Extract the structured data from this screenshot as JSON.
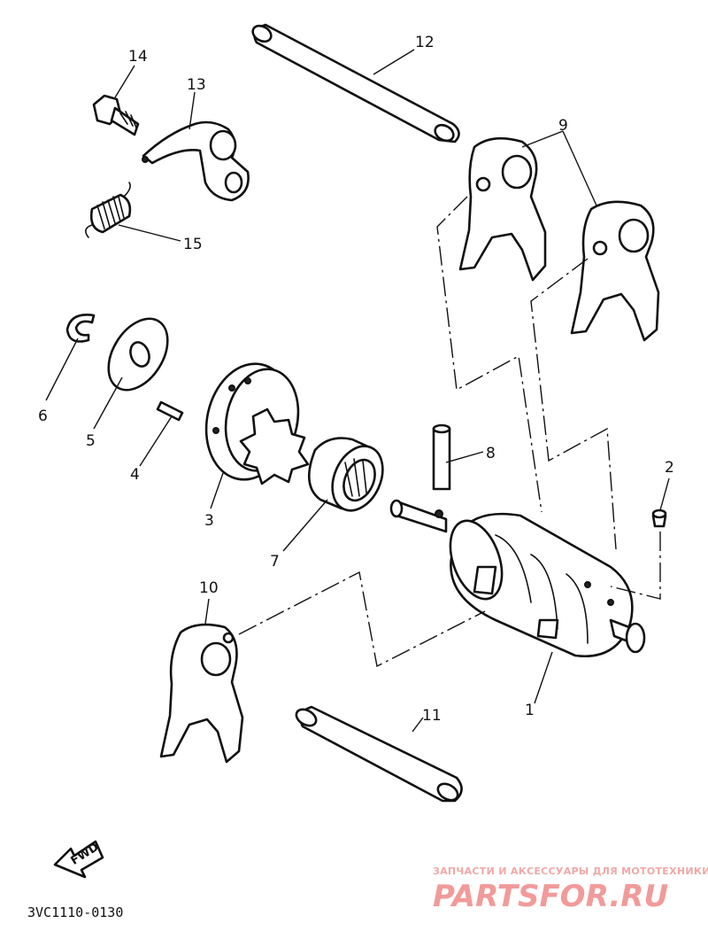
{
  "diagram": {
    "part_numbers": {
      "p1": "1",
      "p2": "2",
      "p3": "3",
      "p4": "4",
      "p5": "5",
      "p6": "6",
      "p7": "7",
      "p8": "8",
      "p9": "9",
      "p10": "10",
      "p11": "11",
      "p12": "12",
      "p13": "13",
      "p14": "14",
      "p15": "15"
    },
    "drawing_code": "3VC1110-0130",
    "fwd_label": "FWD"
  },
  "watermark": {
    "tagline": "ЗАПЧАСТИ И АКСЕССУАРЫ ДЛЯ МОТОТЕХНИКИ",
    "logo_text": "PARTSFOR.RU",
    "colors": {
      "logo": "#f29a9a",
      "tagline": "#f0a8a8"
    }
  }
}
